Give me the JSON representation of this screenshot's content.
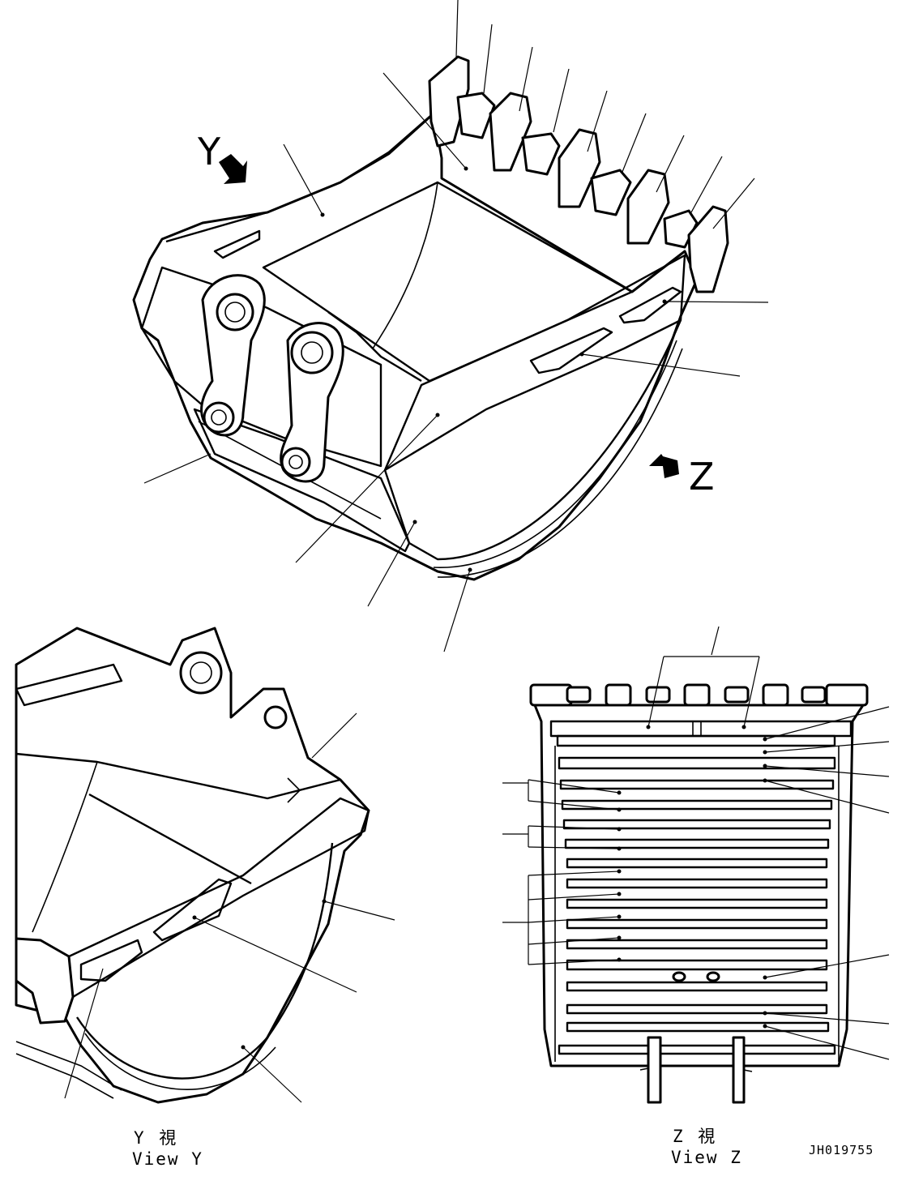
{
  "drawing": {
    "main_view": {
      "arrow_y_letter": "Y",
      "arrow_z_letter": "Z"
    },
    "view_y": {
      "caption_jp": "Y 視",
      "caption_en": "View Y"
    },
    "view_z": {
      "caption_jp": "Z 視",
      "caption_en": "View Z"
    },
    "drawing_code": "JH019755"
  },
  "icons": {
    "view_arrow": "filled-arrow-icon",
    "callout": "leader-line-icon"
  },
  "colors": {
    "ink": "#000000",
    "paper": "#ffffff"
  }
}
